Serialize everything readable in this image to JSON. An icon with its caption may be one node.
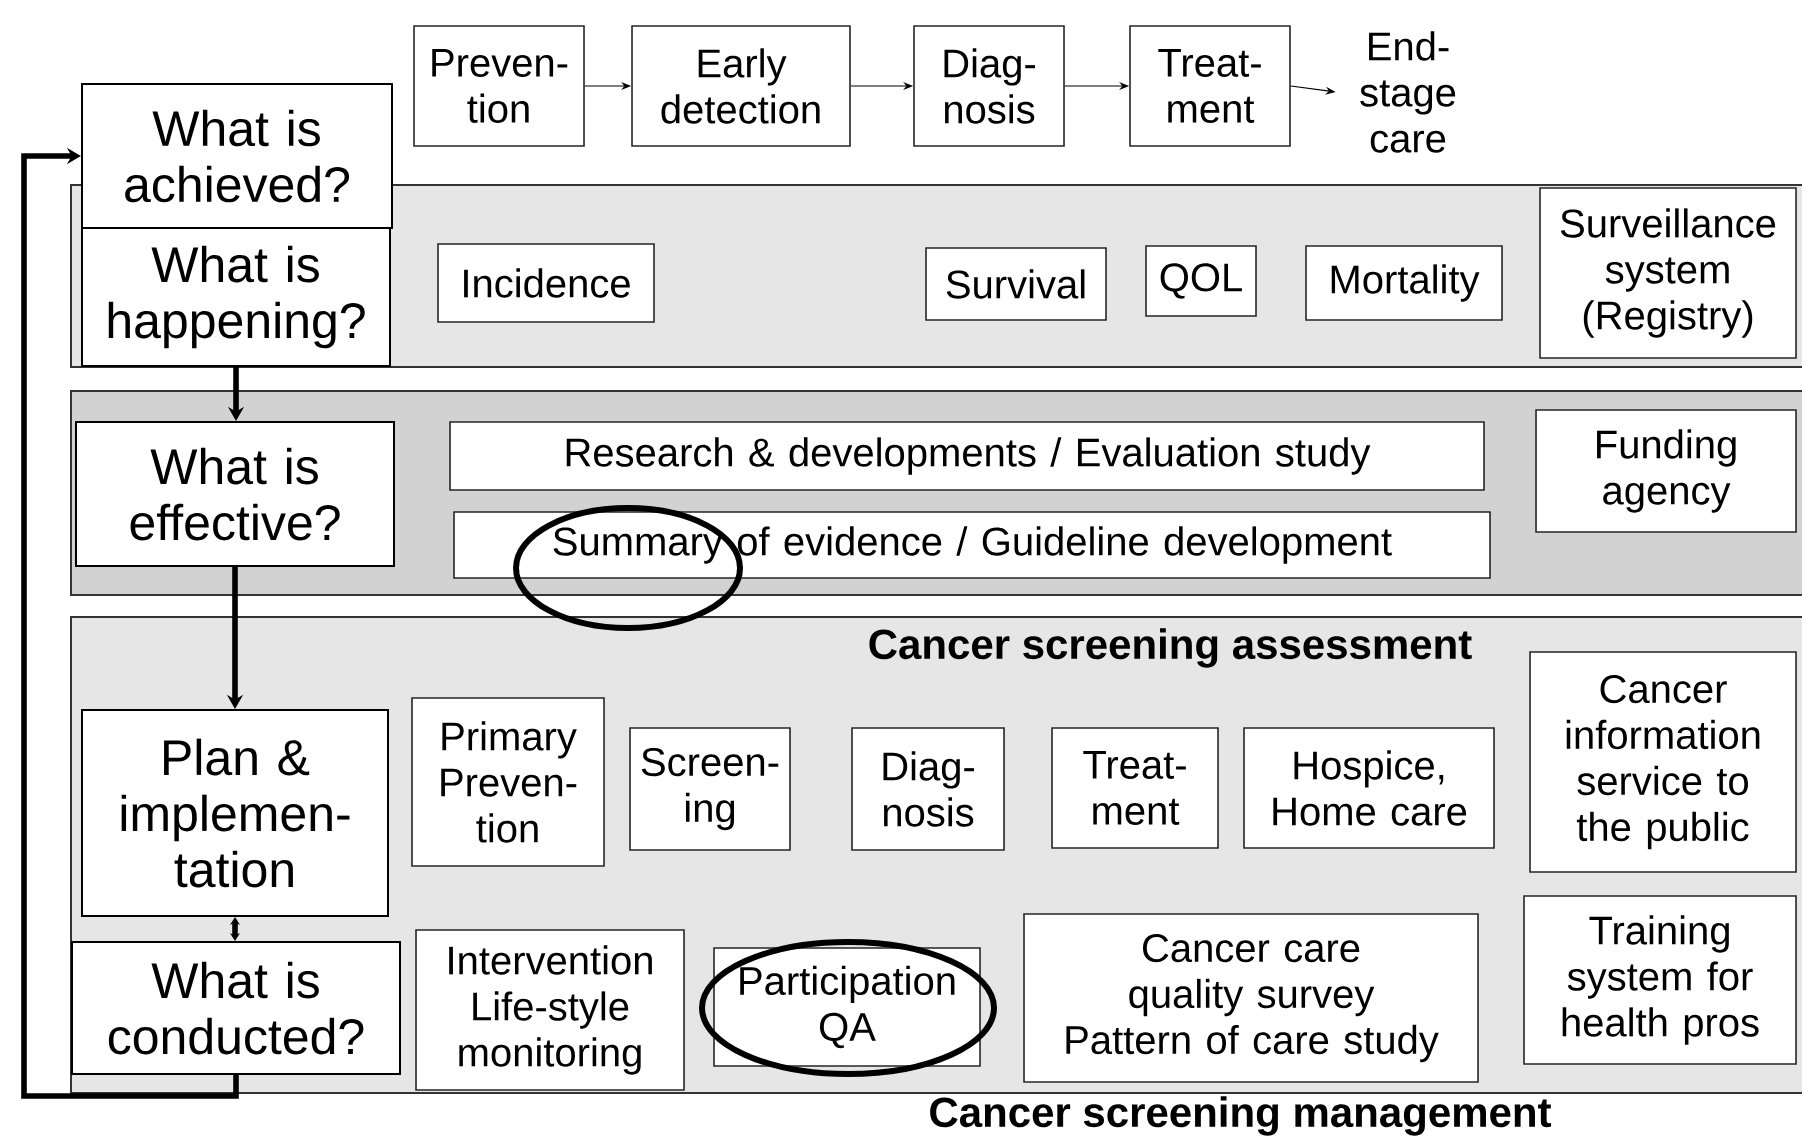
{
  "diagram": {
    "nodes": [
      {
        "text": [
          "Preven- tion"
        ]
      },
      {
        "text": [
          "Early detection"
        ]
      },
      {
        "text": [
          "Diag- nosis"
        ]
      },
      {
        "text": [
          "Treat- ment"
        ]
      },
      {
        "text": [
          "End- stage care"
        ]
      },
      {
        "text": [
          "What is achieved?"
        ]
      },
      {
        "text": [],
        "shape": "box"
      },
      {
        "text": [
          "What is happening?"
        ],
        "in": 6
      },
      {
        "text": [
          "Incidence"
        ],
        "in": 6
      },
      {
        "text": [
          "Survival"
        ],
        "in": 6
      },
      {
        "text": [
          "QOL"
        ],
        "in": 6
      },
      {
        "text": [
          "Mortality"
        ],
        "in": 6
      },
      {
        "text": [
          "Surveillance system (Registry)"
        ],
        "in": 6
      },
      {
        "text": [],
        "shape": "box"
      },
      {
        "text": [
          "What is effective?"
        ],
        "in": 13
      },
      {
        "text": [
          "Research & developments / Evaluation study"
        ],
        "in": 13
      },
      {
        "text": [
          "Summary of evidence / Guideline development"
        ],
        "in": 13
      },
      {
        "text": [
          "Funding agency"
        ],
        "in": 13
      },
      {
        "text": [
          "Cancer screening assessment",
          "Cancer screening management"
        ]
      },
      {
        "text": [
          "Plan & implemen- tation"
        ],
        "in": 18
      },
      {
        "text": [
          "Primary Preven- tion"
        ],
        "in": 18
      },
      {
        "text": [
          "Screen- ing"
        ],
        "in": 18
      },
      {
        "text": [
          "Diag- nosis"
        ],
        "in": 18
      },
      {
        "text": [
          "Treat- ment"
        ],
        "in": 18
      },
      {
        "text": [
          "Hospice, Home care"
        ],
        "in": 18
      },
      {
        "text": [
          "Cancer information service to the public"
        ],
        "in": 18
      },
      {
        "text": [
          "What is conducted?"
        ],
        "in": 18
      },
      {
        "text": [
          "Intervention",
          "Life-style monitoring"
        ],
        "in": 18
      },
      {
        "text": [
          "Participation",
          "QA"
        ],
        "in": 18
      },
      {
        "text": [
          "Cancer care quality survey",
          "Pattern of care study"
        ],
        "in": 18
      },
      {
        "text": [
          "Training system for health pros"
        ],
        "in": 18
      }
    ],
    "edges": [
      {
        "from": 0,
        "to": 1,
        "arrow": "to"
      },
      {
        "from": 1,
        "to": 2,
        "arrow": "to"
      },
      {
        "from": 2,
        "to": 3,
        "arrow": "to"
      },
      {
        "from": 3,
        "to": 4,
        "arrow": "to"
      },
      {
        "from": 7,
        "to": 14,
        "arrow": "to",
        "style": "thick"
      },
      {
        "from": 14,
        "to": 19,
        "arrow": "to",
        "style": "thick"
      },
      {
        "from": 19,
        "to": 26,
        "arrow": "both",
        "style": "thick"
      },
      {
        "from": 26,
        "to": 5,
        "arrow": "to",
        "style": "thick"
      }
    ]
  }
}
